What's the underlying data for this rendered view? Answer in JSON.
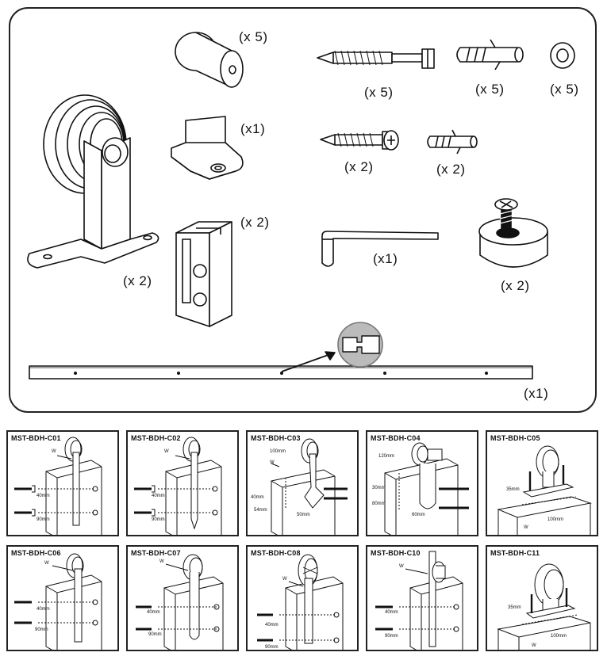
{
  "kit": {
    "quantities": {
      "roller": "(x 2)",
      "floor_guide_cap": "(x 5)",
      "floor_guide_plate": "(x1)",
      "anti_jump_block": "(x 2)",
      "lag_screw": "(x 5)",
      "anchor_large": "(x 5)",
      "washer": "(x 5)",
      "screw_small": "(x 2)",
      "anchor_small": "(x 2)",
      "hex_key": "(x1)",
      "stopper": "(x 2)",
      "rail": "(x1)"
    }
  },
  "models": [
    {
      "name": "MST-BDH-C01",
      "labels": [
        "W",
        "40mm",
        "90mm"
      ]
    },
    {
      "name": "MST-BDH-C02",
      "labels": [
        "W",
        "40mm",
        "90mm"
      ]
    },
    {
      "name": "MST-BDH-C03",
      "labels": [
        "100mm",
        "W",
        "40mm",
        "54mm",
        "50mm"
      ]
    },
    {
      "name": "MST-BDH-C04",
      "labels": [
        "120mm",
        "30mm",
        "80mm",
        "60mm"
      ]
    },
    {
      "name": "MST-BDH-C05",
      "labels": [
        "35mm",
        "100mm",
        "W"
      ]
    },
    {
      "name": "MST-BDH-C06",
      "labels": [
        "W",
        "40mm",
        "90mm"
      ]
    },
    {
      "name": "MST-BDH-C07",
      "labels": [
        "W",
        "40mm",
        "90mm"
      ]
    },
    {
      "name": "MST-BDH-C08",
      "labels": [
        "W",
        "40mm",
        "90mm"
      ]
    },
    {
      "name": "MST-BDH-C10",
      "labels": [
        "W",
        "40mm",
        "90mm"
      ]
    },
    {
      "name": "MST-BDH-C11",
      "labels": [
        "35mm",
        "W",
        "100mm"
      ]
    }
  ]
}
